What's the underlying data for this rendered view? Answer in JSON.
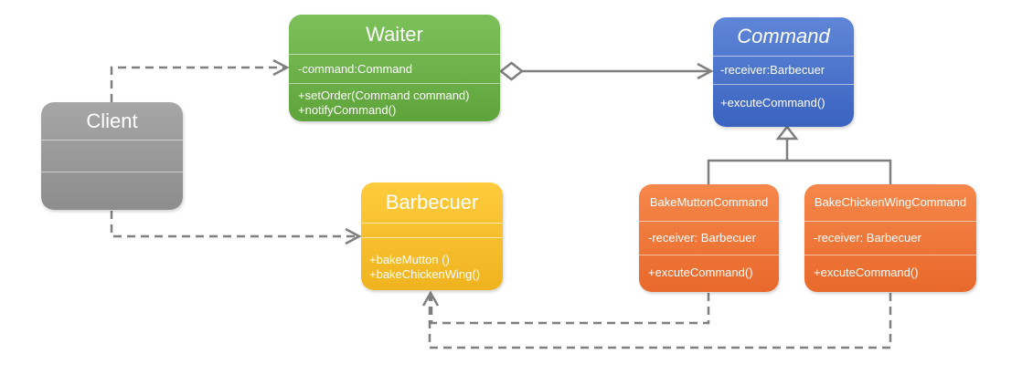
{
  "classes": {
    "waiter": {
      "name": "Waiter",
      "attributes": [
        "-command:Command"
      ],
      "methods": [
        "+setOrder(Command command)",
        "+notifyCommand()"
      ],
      "color": "#6aae45"
    },
    "command": {
      "name": "Command",
      "attributes": [
        "-receiver:Barbecuer"
      ],
      "methods": [
        "+excuteCommand()"
      ],
      "color": "#4472c4"
    },
    "client": {
      "name": "Client",
      "color": "#999999"
    },
    "barbecuer": {
      "name": "Barbecuer",
      "methods": [
        "+bakeMutton ()",
        "+bakeChickenWing()"
      ],
      "color": "#fbbf2b"
    },
    "bake_mutton": {
      "name": "BakeMuttonCommand",
      "attributes": [
        "-receiver: Barbecuer"
      ],
      "methods": [
        "+excuteCommand()"
      ],
      "color": "#ed7637"
    },
    "bake_chicken": {
      "name": "BakeChickenWingCommand",
      "attributes": [
        "-receiver: Barbecuer"
      ],
      "methods": [
        "+excuteCommand()"
      ],
      "color": "#ed7637"
    }
  },
  "relationships": [
    {
      "from": "client",
      "to": "waiter",
      "type": "dependency"
    },
    {
      "from": "client",
      "to": "barbecuer",
      "type": "dependency"
    },
    {
      "from": "waiter",
      "to": "command",
      "type": "aggregation"
    },
    {
      "from": "bake_mutton",
      "to": "command",
      "type": "inheritance"
    },
    {
      "from": "bake_chicken",
      "to": "command",
      "type": "inheritance"
    },
    {
      "from": "bake_mutton",
      "to": "barbecuer",
      "type": "dependency"
    },
    {
      "from": "bake_chicken",
      "to": "barbecuer",
      "type": "dependency"
    }
  ],
  "line_color": "#7f7f7f"
}
